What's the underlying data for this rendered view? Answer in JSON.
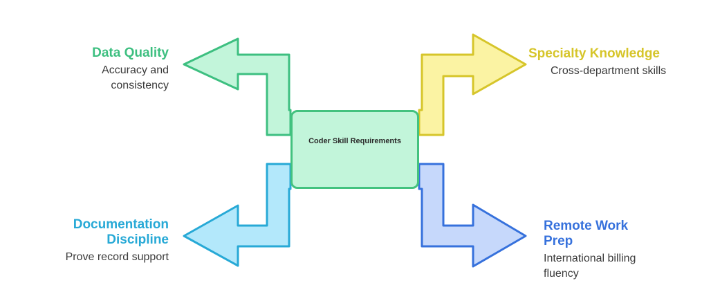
{
  "center": {
    "title": "Coder Skill Requirements"
  },
  "branches": [
    {
      "id": "top-left",
      "title": "Data Quality",
      "description": "Accuracy and consistency",
      "color": "#3dbf80",
      "fill": "#c2f5da"
    },
    {
      "id": "top-right",
      "title": "Specialty Knowledge",
      "description": "Cross-department skills",
      "color": "#d6c52a",
      "fill": "#fbf3a3"
    },
    {
      "id": "bottom-left",
      "title": "Documentation Discipline",
      "description": "Prove record support",
      "color": "#27a9d6",
      "fill": "#b3e8fb"
    },
    {
      "id": "bottom-right",
      "title": "Remote Work Prep",
      "description": "International billing fluency",
      "color": "#3671dc",
      "fill": "#c6d8fb"
    }
  ]
}
